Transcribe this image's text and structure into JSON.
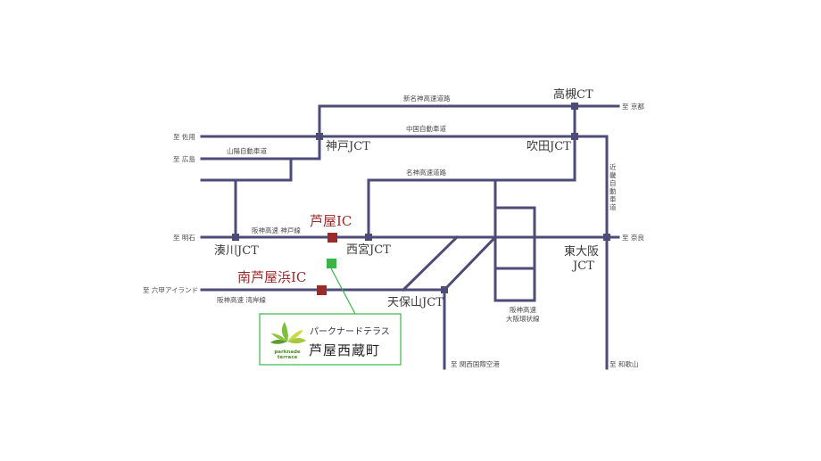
{
  "destinations": {
    "kyoto": "至 京都",
    "sayo": "至 佐用",
    "hiroshima": "至 広島",
    "akashi": "至 明石",
    "rokko_island": "至 六甲アイランド",
    "nara": "至 奈良",
    "kansai_airport": "至 関西国際空港",
    "wakayama": "至 和歌山"
  },
  "junctions": {
    "takatsuki": "高槻CT",
    "kobe": "神戸JCT",
    "suita": "吹田JCT",
    "minatogawa": "湊川JCT",
    "nishinomiya": "西宮JCT",
    "higashiosaka_line1": "東大阪",
    "higashiosaka_line2": "JCT",
    "tenpozan": "天保山JCT"
  },
  "interchanges": {
    "ashiya": "芦屋IC",
    "minami_ashiyahama": "南芦屋浜IC"
  },
  "roads": {
    "shin_meishin": "新名神高速道路",
    "chugoku": "中国自動車道",
    "sanyo": "山陽自動車道",
    "meishin": "名神高速道路",
    "hanshin_kobe": "阪神高速 神戸線",
    "hanshin_wangan": "阪神高速 湾岸線",
    "kinki_chars": [
      "近",
      "畿",
      "自",
      "動",
      "車",
      "道"
    ],
    "hanshin_osaka_line1": "阪神高速",
    "hanshin_osaka_line2": "大阪環状線"
  },
  "building": {
    "kana": "パークナードテラス",
    "name": "芦屋西蔵町",
    "logo_line1": "parknade",
    "logo_line2": "terrace"
  },
  "colors": {
    "road": "#4d4b78",
    "ic_marker": "#9b2a2a",
    "property_marker": "#39b54a",
    "property_border": "#39b54a"
  }
}
